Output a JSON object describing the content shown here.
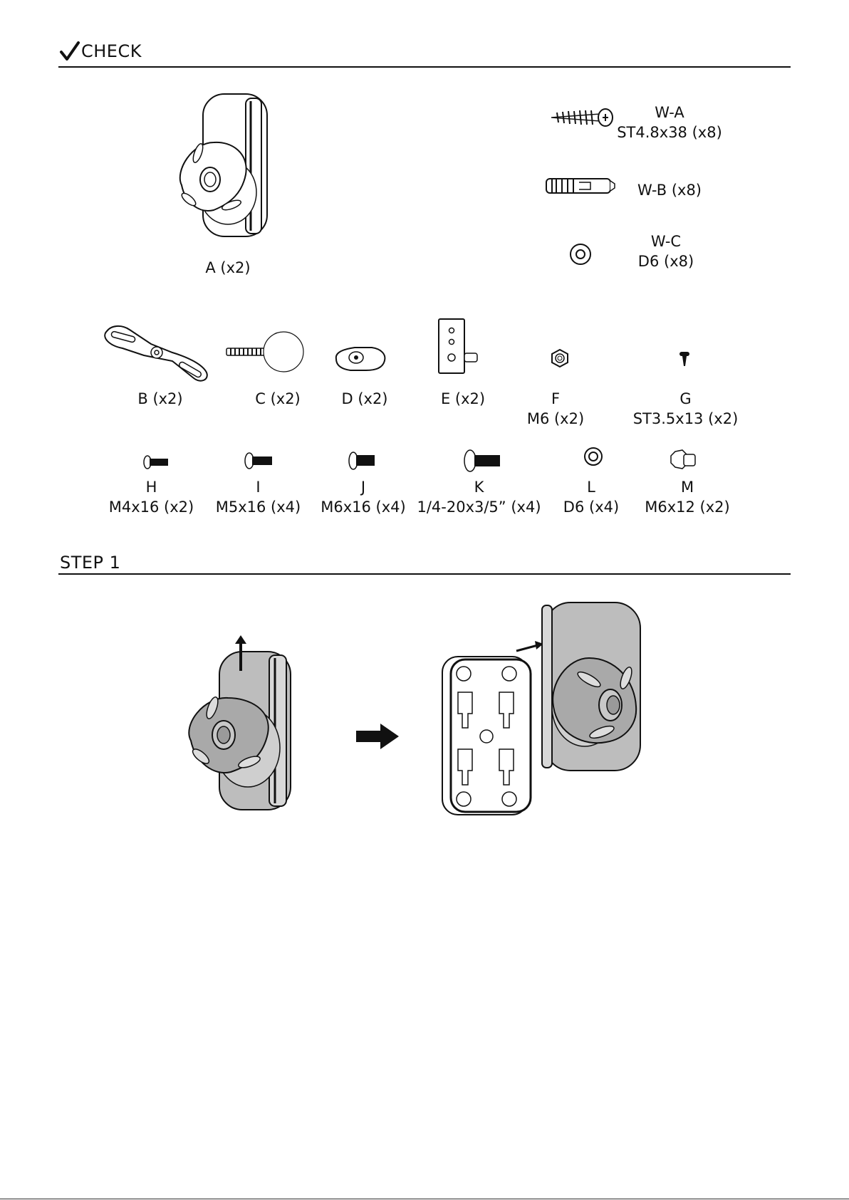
{
  "sections": {
    "check": {
      "title": "CHECK"
    },
    "step1": {
      "title": "STEP 1"
    }
  },
  "parts": {
    "A": {
      "label": "A (x2)"
    },
    "WA": {
      "name": "W-A",
      "spec": "ST4.8x38 (x8)"
    },
    "WB": {
      "label": "W-B (x8)"
    },
    "WC": {
      "name": "W-C",
      "spec": "D6 (x8)"
    },
    "B": {
      "label": "B (x2)"
    },
    "C": {
      "label": "C (x2)"
    },
    "D": {
      "label": "D (x2)"
    },
    "E": {
      "label": "E (x2)"
    },
    "F": {
      "name": "F",
      "spec": "M6 (x2)"
    },
    "G": {
      "name": "G",
      "spec": "ST3.5x13 (x2)"
    },
    "H": {
      "name": "H",
      "spec": "M4x16 (x2)"
    },
    "I": {
      "name": "I",
      "spec": "M5x16 (x4)"
    },
    "J": {
      "name": "J",
      "spec": "M6x16 (x4)"
    },
    "K": {
      "name": "K",
      "spec": "1/4-20x3/5” (x4)"
    },
    "L": {
      "name": "L",
      "spec": "D6 (x4)"
    },
    "M": {
      "name": "M",
      "spec": "M6x12 (x2)"
    }
  },
  "icons": {
    "check": "checkmark-icon",
    "arrow": "right-arrow-icon"
  },
  "colors": {
    "ink": "#111111",
    "shade": "#b8b8b8",
    "shade_dark": "#8a8a8a"
  }
}
